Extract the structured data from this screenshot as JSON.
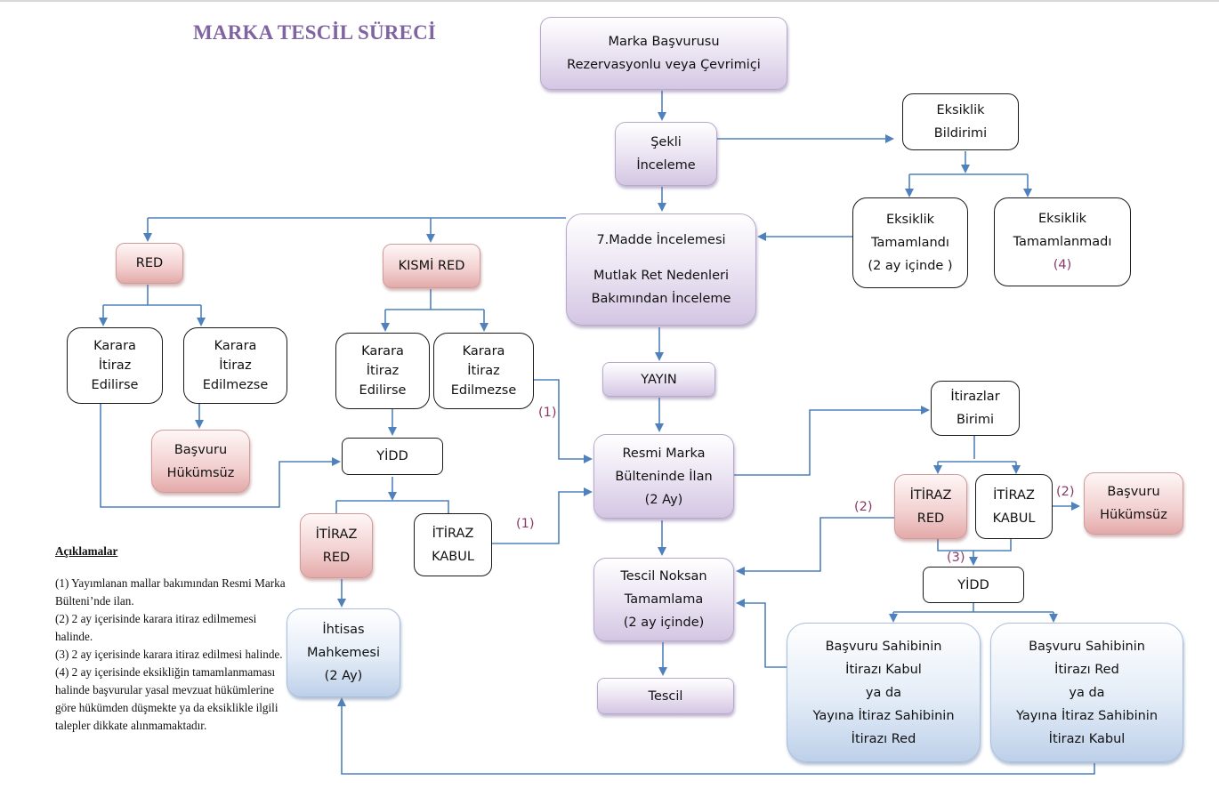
{
  "title": "MARKA TESCİL SÜRECİ",
  "nodes": {
    "basvuru": [
      "Marka Başvurusu",
      "Rezervasyonlu veya Çevrimiçi"
    ],
    "sekli": [
      "Şekli",
      "İnceleme"
    ],
    "eksiklik_bildirimi": [
      "Eksiklik",
      "Bildirimi"
    ],
    "eksiklik_tamamlandi": [
      "Eksiklik",
      "Tamamlandı",
      "(2 ay içinde )"
    ],
    "eksiklik_tamamlanmadi": [
      "Eksiklik",
      "Tamamlanmadı",
      "(4)"
    ],
    "madde7": [
      "7.Madde İncelemesi",
      "",
      "Mutlak Ret Nedenleri",
      "Bakımından İnceleme"
    ],
    "red": "RED",
    "kismi_red": "KISMİ RED",
    "red_itiraz_edilirse": [
      "Karara",
      "İtiraz",
      "Edilirse"
    ],
    "red_itiraz_edilmezse": [
      "Karara",
      "İtiraz",
      "Edilmezse"
    ],
    "kismi_itiraz_edilirse": [
      "Karara",
      "İtiraz",
      "Edilirse"
    ],
    "kismi_itiraz_edilmezse": [
      "Karara",
      "İtiraz",
      "Edilmezse"
    ],
    "basvuru_hukumsuz_left": [
      "Başvuru",
      "Hükümsüz"
    ],
    "yidd_left": "YİDD",
    "itiraz_red_left": [
      "İTİRAZ",
      "RED"
    ],
    "itiraz_kabul_left": [
      "İTİRAZ",
      "KABUL"
    ],
    "ihtisas": [
      "İhtisas",
      "Mahkemesi",
      "(2 Ay)"
    ],
    "yayin": "YAYIN",
    "bulten": [
      "Resmi Marka",
      "Bülteninde İlan",
      "(2 Ay)"
    ],
    "tescil_noksan": [
      "Tescil Noksan",
      "Tamamlama",
      "(2 ay içinde)"
    ],
    "tescil": "Tescil",
    "itirazlar_birimi": [
      "İtirazlar",
      "Birimi"
    ],
    "itiraz_red_right": [
      "İTİRAZ",
      "RED"
    ],
    "itiraz_kabul_right": [
      "İTİRAZ",
      "KABUL"
    ],
    "basvuru_hukumsuz_right": [
      "Başvuru",
      "Hükümsüz"
    ],
    "yidd_right": "YİDD",
    "sahibi_kabul": [
      "Başvuru Sahibinin",
      "İtirazı Kabul",
      "ya da",
      "Yayına İtiraz Sahibinin",
      "İtirazı Red"
    ],
    "sahibi_red": [
      "Başvuru Sahibinin",
      "İtirazı Red",
      "ya da",
      "Yayına İtiraz Sahibinin",
      "İtirazı Kabul"
    ]
  },
  "notes": {
    "n1_upper": "(1)",
    "n1_lower": "(1)",
    "n2_left": "(2)",
    "n2_right": "(2)",
    "n3": "(3)"
  },
  "legend": {
    "heading": "Açıklamalar",
    "items": [
      "(1) Yayımlanan mallar bakımından Resmi Marka Bülteni’nde ilan.",
      "(2) 2 ay içerisinde karara itiraz edilmemesi halinde.",
      "(3) 2 ay içerisinde karara itiraz edilmesi halinde.",
      "(4) 2 ay içerisinde eksikliğin tamamlanmaması halinde başvurular yasal mevzuat hükümlerine göre hükümden düşmekte ya da eksiklikle ilgili talepler dikkate alınmamaktadır."
    ]
  },
  "colors": {
    "title": "#8064a2",
    "connector": "#4f81bd",
    "note": "#8a3a6a",
    "process_fill": "#e9e1f1",
    "reject_fill": "#f2cfcf",
    "outcome_fill": "#e3ecf7"
  }
}
